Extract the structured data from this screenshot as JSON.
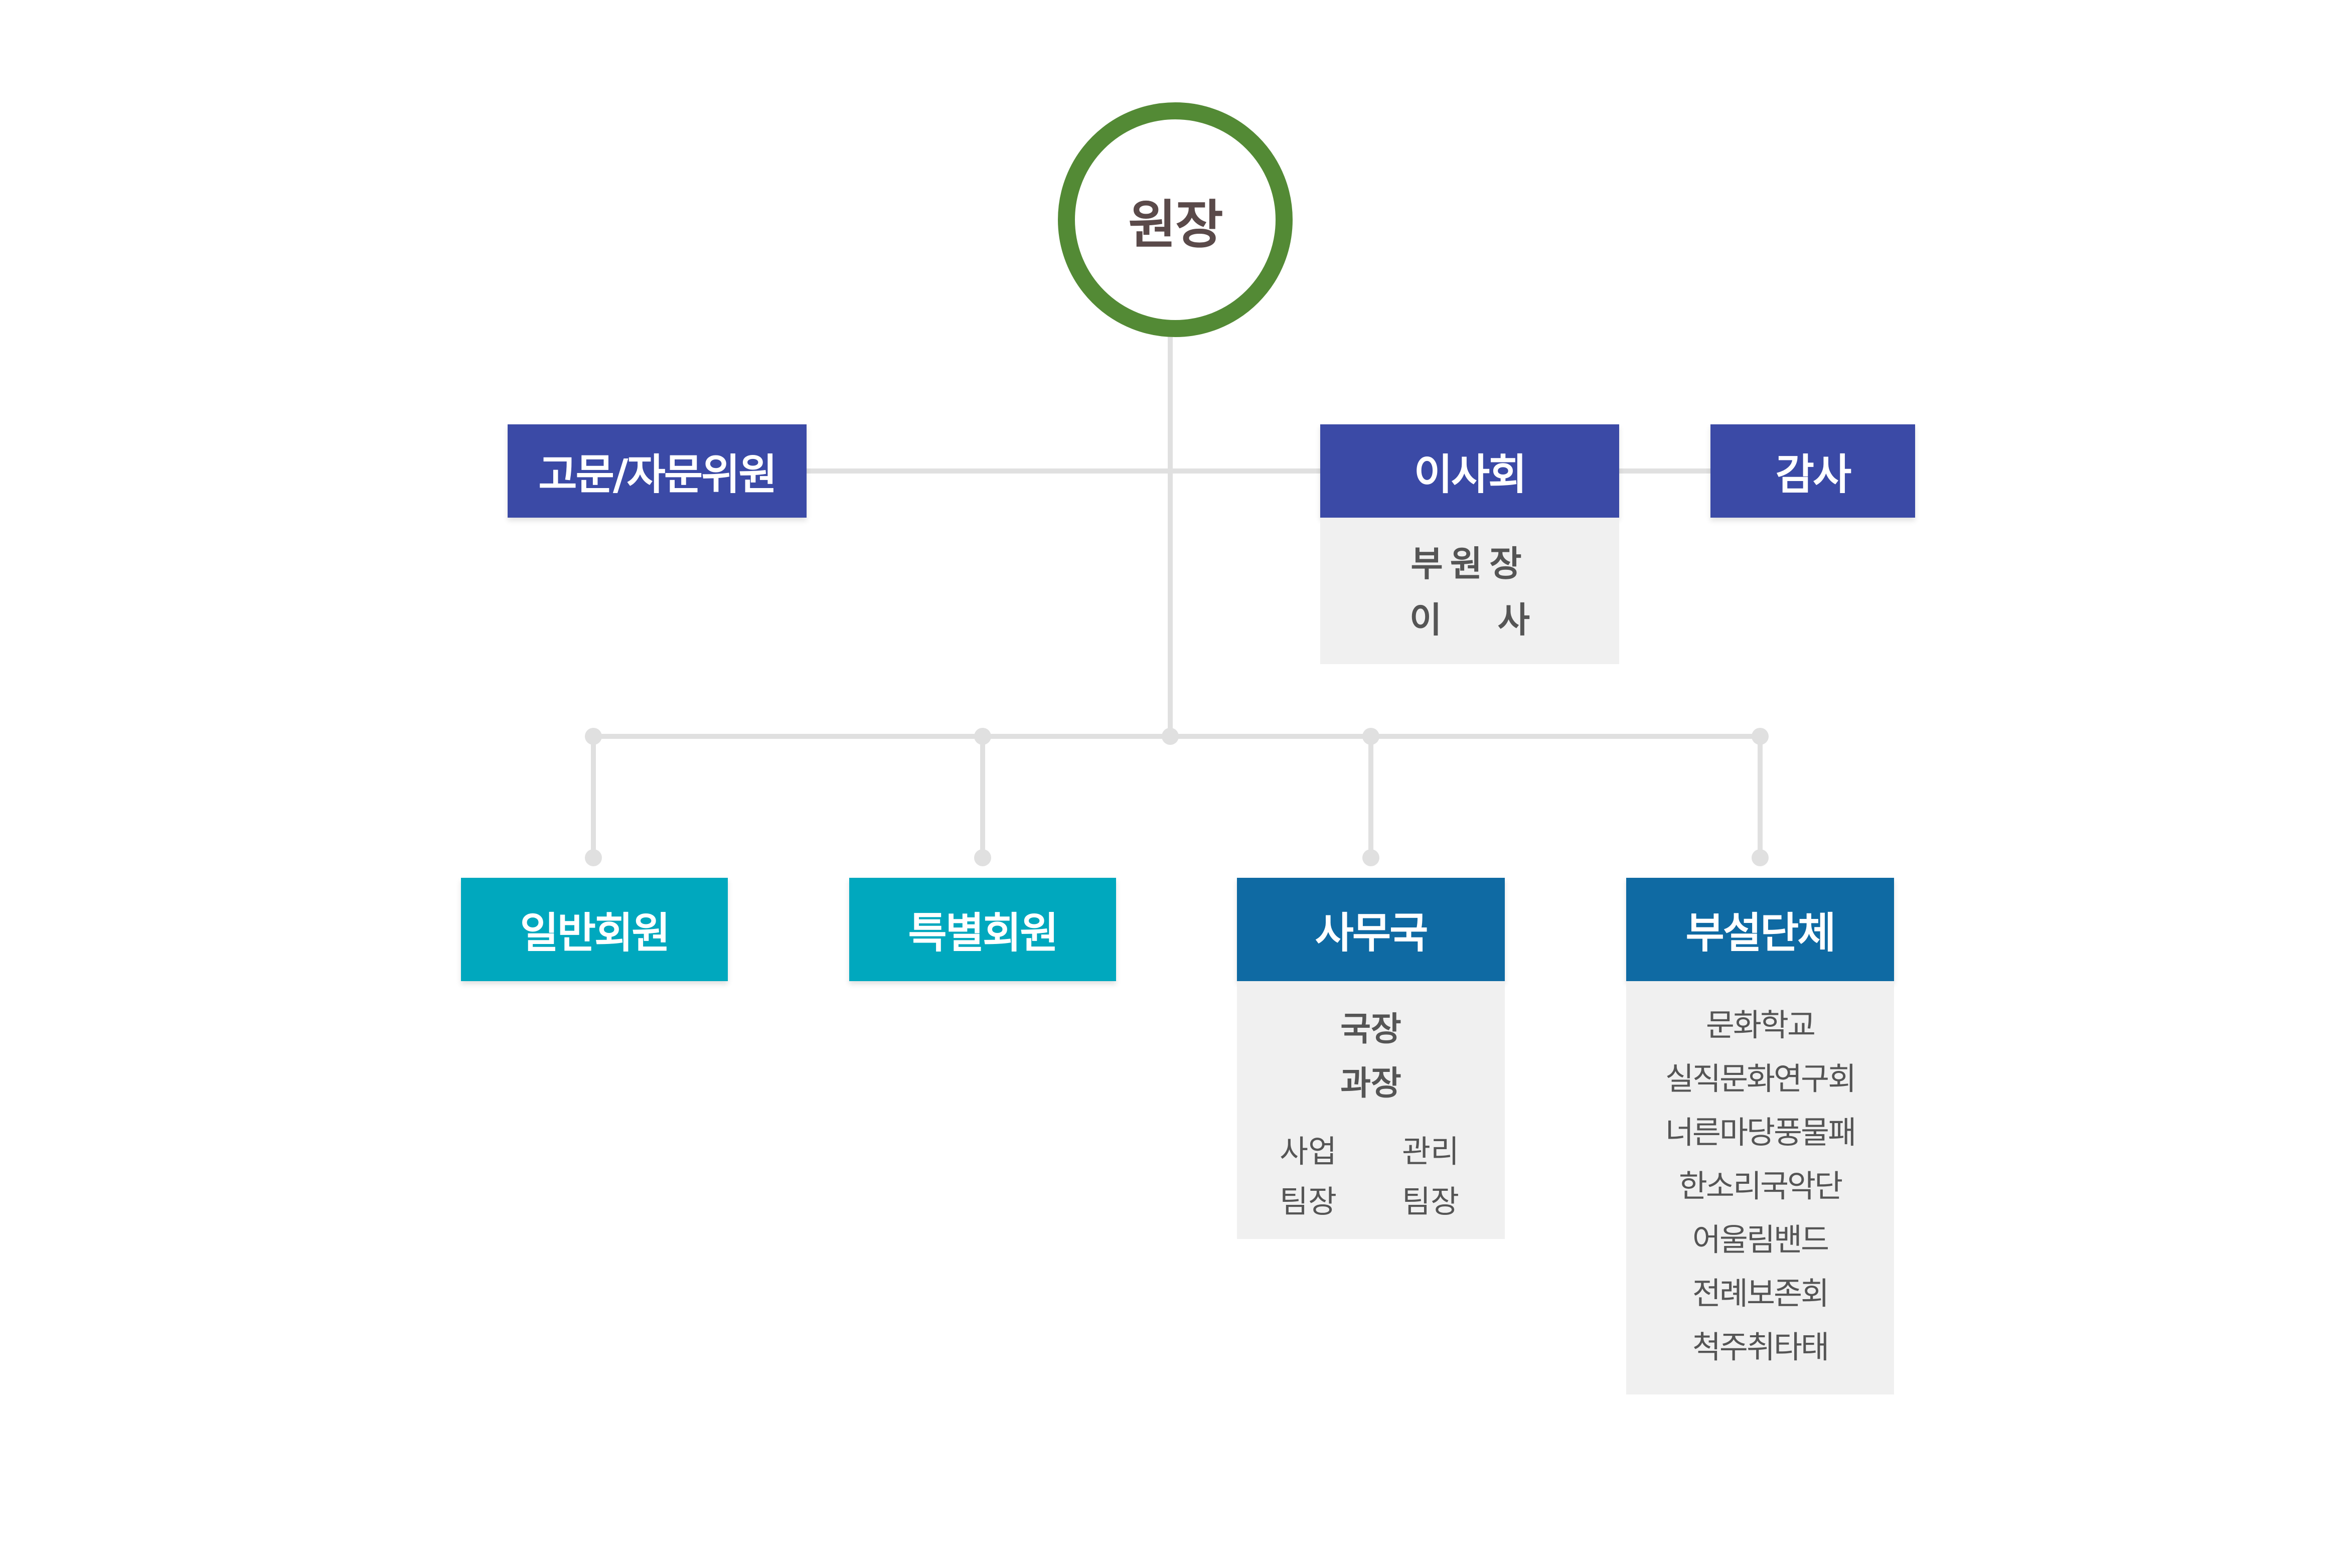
{
  "colors": {
    "head_ring": "#538a35",
    "navy": "#3b4aa6",
    "teal": "#00a8be",
    "blue": "#0f6aa3",
    "panel": "#f0f0f0",
    "line": "#e0e0e0"
  },
  "head": {
    "label": "원장"
  },
  "advisory": {
    "label": "고문/자문위원"
  },
  "board": {
    "label": "이사회",
    "members": {
      "vice": "부원장",
      "director_1": "이",
      "director_2": "사"
    }
  },
  "auditor": {
    "label": "감사"
  },
  "members_general": {
    "label": "일반회원"
  },
  "members_special": {
    "label": "특별회원"
  },
  "secretariat": {
    "label": "사무국",
    "director": "국장",
    "manager": "과장",
    "teams": [
      {
        "line1": "사업",
        "line2": "팀장"
      },
      {
        "line1": "관리",
        "line2": "팀장"
      }
    ]
  },
  "affiliates": {
    "label": "부설단체",
    "items": [
      "문화학교",
      "실직문화연구회",
      "너른마당풍물패",
      "한소리국악단",
      "어울림밴드",
      "전례보존회",
      "척주취타태"
    ]
  }
}
